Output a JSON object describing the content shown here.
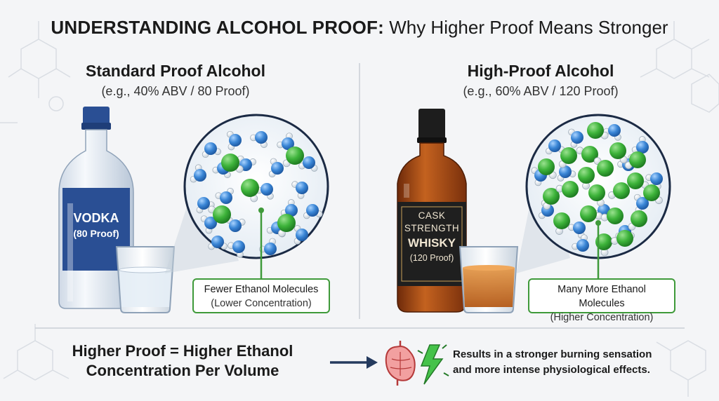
{
  "title": {
    "bold_part": "UNDERSTANDING ALCOHOL PROOF:",
    "rest": " Why Higher Proof Means Stronger"
  },
  "left_panel": {
    "heading": "Standard Proof Alcohol",
    "subheading": "(e.g., 40% ABV / 80 Proof)",
    "bottle_label_line1": "VODKA",
    "bottle_label_line2": "(80 Proof)",
    "callout_line1": "Fewer Ethanol Molecules",
    "callout_line2": "(Lower Concentration)"
  },
  "right_panel": {
    "heading": "High-Proof Alcohol",
    "subheading": "(e.g., 60% ABV / 120 Proof)",
    "bottle_label_line1": "CASK",
    "bottle_label_line2": "STRENGTH",
    "bottle_label_line3": "WHISKY",
    "bottle_label_line4": "(120 Proof)",
    "callout_line1": "Many More Ethanol Molecules",
    "callout_line2": "(Higher Concentration)"
  },
  "bottom": {
    "summary_line1": "Higher Proof = Higher Ethanol",
    "summary_line2": "Concentration Per Volume",
    "effect_line1": "Results in a stronger burning sensation",
    "effect_line2": "and more intense physiological effects."
  },
  "colors": {
    "ethanol_green": "#3db33a",
    "water_blue": "#3a86d6",
    "callout_border": "#3f9a3a",
    "vodka_bottle": "#2a4f94",
    "whisky_amber": "#b5561c",
    "arrow": "#243a5e"
  },
  "icons": [
    "stomach-icon",
    "lightning-icon"
  ]
}
